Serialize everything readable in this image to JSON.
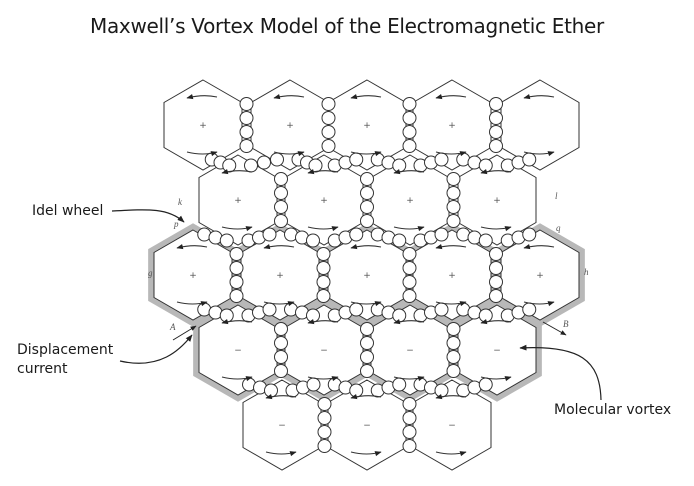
{
  "title": "Maxwell’s Vortex Model of the Electromagnetic Ether",
  "annotations": {
    "idle_wheel": "Idel wheel",
    "displacement_current_line1": "Displacement",
    "displacement_current_line2": "current",
    "molecular_vortex": "Molecular vortex"
  },
  "diagram_letters": {
    "k": "k",
    "p": "p",
    "g": "g",
    "A": "A",
    "l": "l",
    "q": "q",
    "h": "h",
    "B": "B"
  },
  "vortex_rows": [
    {
      "row": 1,
      "count": 5,
      "sign": "+"
    },
    {
      "row": 2,
      "count": 4,
      "sign": "+"
    },
    {
      "row": 3,
      "count": 5,
      "sign": "+"
    },
    {
      "row": 4,
      "count": 4,
      "sign": "−"
    },
    {
      "row": 5,
      "count": 3,
      "sign": "−"
    }
  ],
  "colors": {
    "line": "#333333",
    "shaded_channel": "#b8b8b8",
    "text": "#1a1a1a"
  }
}
